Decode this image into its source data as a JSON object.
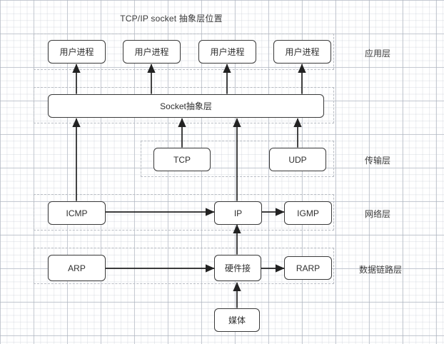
{
  "title": "TCP/IP socket 抽象层位置",
  "layers": [
    {
      "name": "application",
      "label": "应用层"
    },
    {
      "name": "transport",
      "label": "传输层"
    },
    {
      "name": "network",
      "label": "网络层"
    },
    {
      "name": "datalink",
      "label": "数据链路层"
    }
  ],
  "nodes": {
    "user_process_1": "用户进程",
    "user_process_2": "用户进程",
    "user_process_3": "用户进程",
    "user_process_4": "用户进程",
    "socket": "Socket抽象层",
    "tcp": "TCP",
    "udp": "UDP",
    "icmp": "ICMP",
    "ip": "IP",
    "igmp": "IGMP",
    "arp": "ARP",
    "hardware": "硬件接",
    "rarp": "RARP",
    "media": "媒体"
  },
  "colors": {
    "node_border": "#3a3a3a",
    "band_border": "#b9bdc4",
    "arrow": "#222222",
    "text": "#2f2f2f",
    "grid_minor": "#bec4ce",
    "grid_major": "#969eac"
  }
}
